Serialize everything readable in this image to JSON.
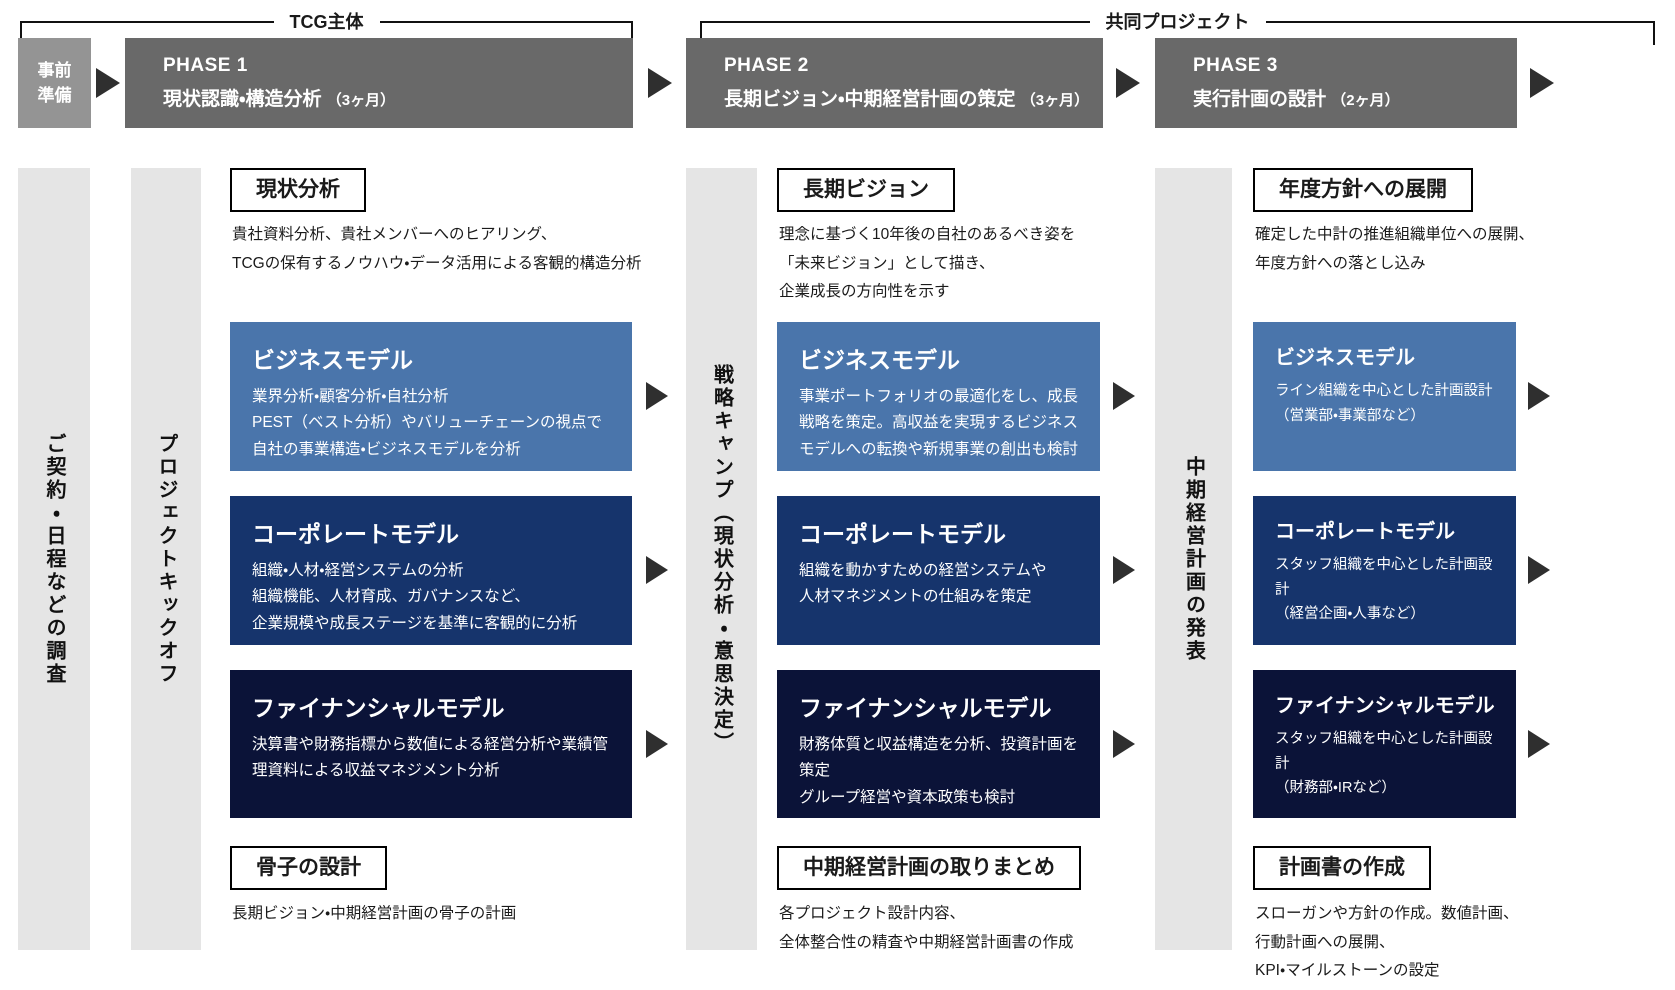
{
  "brackets": {
    "left": "TCG主体",
    "right": "共同プロジェクト"
  },
  "header": {
    "pre_phase": "事前準備",
    "phases": [
      {
        "name": "PHASE 1",
        "title": "現状認識・構造分析",
        "duration": "（3ヶ月）"
      },
      {
        "name": "PHASE 2",
        "title": "長期ビジョン・中期経営計画の策定",
        "duration": "（3ヶ月）"
      },
      {
        "name": "PHASE 3",
        "title": "実行計画の設計",
        "duration": "（2ヶ月）"
      }
    ]
  },
  "milestones": [
    {
      "label": "ご契約・日程などの調査"
    },
    {
      "label": "プロジェクトキックオフ"
    },
    {
      "label": "戦略キャンプ（現状分析・意思決定）"
    },
    {
      "label": "中期経営計画の発表"
    }
  ],
  "phase1_content": {
    "top": {
      "title": "現状分析",
      "description": "貴社資料分析、貴社メンバーへのヒアリング、\nTCGの保有するノウハウ・データ活用による客観的構造分析"
    },
    "models": [
      {
        "title": "ビジネスモデル",
        "description": "業界分析・顧客分析・自社分析\nPEST（ベスト分析）やバリューチェーンの視点で\n自社の事業構造・ビジネスモデルを分析"
      },
      {
        "title": "コーポレートモデル",
        "description": "組織・人材・経営システムの分析\n組織機能、人材育成、ガバナンスなど、\n企業規模や成長ステージを基準に客観的に分析"
      },
      {
        "title": "ファイナンシャルモデル",
        "description": "決算書や財務指標から数値による経営分析や業績管理資料による収益マネジメント分析"
      }
    ],
    "bottom": {
      "title": "骨子の設計",
      "description": "長期ビジョン・中期経営計画の骨子の計画"
    }
  },
  "phase2_content": {
    "top": {
      "title": "長期ビジョン",
      "description": "理念に基づく10年後の自社のあるべき姿を\n「未来ビジョン」として描き、\n企業成長の方向性を示す"
    },
    "models": [
      {
        "title": "ビジネスモデル",
        "description": "事業ポートフォリオの最適化をし、成長戦略を策定。高収益を実現するビジネスモデルへの転換や新規事業の創出も検討"
      },
      {
        "title": "コーポレートモデル",
        "description": "組織を動かすための経営システムや\n人材マネジメントの仕組みを策定"
      },
      {
        "title": "ファイナンシャルモデル",
        "description": "財務体質と収益構造を分析、投資計画を策定\nグループ経営や資本政策も検討"
      }
    ],
    "bottom": {
      "title": "中期経営計画の取りまとめ",
      "description": "各プロジェクト設計内容、\n全体整合性の精査や中期経営計画書の作成"
    }
  },
  "phase3_content": {
    "top": {
      "title": "年度方針への展開",
      "description": "確定した中計の推進組織単位への展開、\n年度方針への落とし込み"
    },
    "models": [
      {
        "title": "ビジネスモデル",
        "description": "ライン組織を中心とした計画設計\n（営業部・事業部など）"
      },
      {
        "title": "コーポレートモデル",
        "description": "スタッフ組織を中心とした計画設計\n（経営企画・人事など）"
      },
      {
        "title": "ファイナンシャルモデル",
        "description": "スタッフ組織を中心とした計画設計\n（財務部・IRなど）"
      }
    ],
    "bottom": {
      "title": "計画書の作成",
      "description": "スローガンや方針の作成。数値計画、\n行動計画への展開、\nKPI・マイルストーンの設定"
    }
  },
  "colors": {
    "business_model": "#4a75ab",
    "corporate_model": "#16346c",
    "financial_model": "#0b1338",
    "phase_header": "#696969",
    "pre_phase": "#949494",
    "milestone_bar": "#e5e5e5",
    "arrow": "#2f2f2f"
  }
}
